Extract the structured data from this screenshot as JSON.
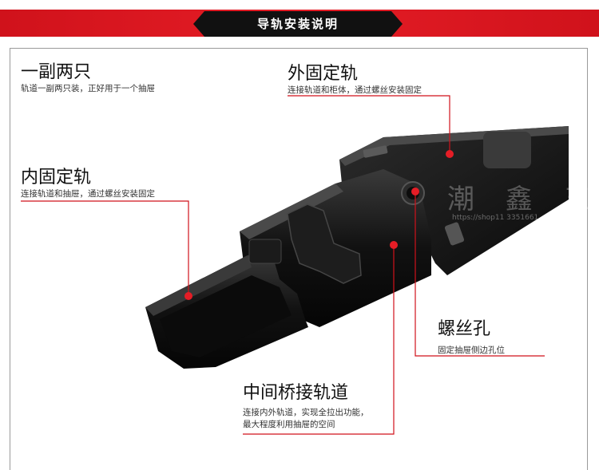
{
  "header": {
    "title": "导轨安装说明"
  },
  "callouts": {
    "pair": {
      "title": "一副两只",
      "desc": "轨道一副两只装，正好用于一个抽屉"
    },
    "outer": {
      "title": "外固定轨",
      "desc": "连接轨道和柜体，通过螺丝安装固定"
    },
    "inner": {
      "title": "内固定轨",
      "desc": "连接轨道和抽屉，通过螺丝安装固定"
    },
    "screw": {
      "title": "螺丝孔",
      "desc": "固定抽屉侧边孔位"
    },
    "middle": {
      "title": "中间桥接轨道",
      "desc_line1": "连接内外轨道，实现全拉出功能，",
      "desc_line2": "最大程度利用抽屉的空间"
    }
  },
  "watermark": {
    "text": "潮 鑫 五",
    "url": "https://shop11 3351661"
  },
  "colors": {
    "banner_red": "#e51d26",
    "accent_red": "#d0121b",
    "rail_black": "#121212"
  }
}
